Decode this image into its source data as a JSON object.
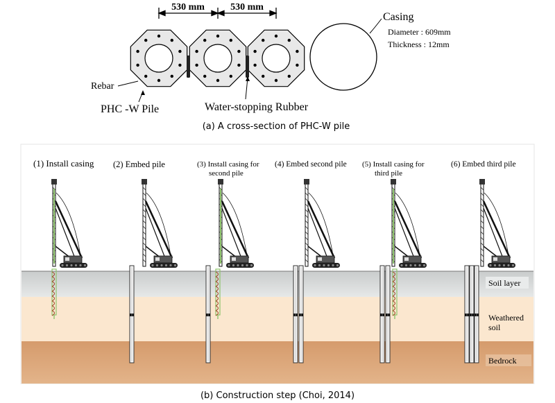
{
  "cross_section": {
    "dim_left": "530 mm",
    "dim_right": "530 mm",
    "casing_label": "Casing",
    "casing_diameter": "Diameter : 609mm",
    "casing_thickness": "Thickness : 12mm",
    "rebar_label": "Rebar",
    "pile_label": "PHC -W Pile",
    "rubber_label": "Water-stopping Rubber",
    "caption": "(a) A cross-section of PHC-W pile"
  },
  "construction": {
    "steps": [
      {
        "label_lines": [
          "(1) Install casing"
        ]
      },
      {
        "label_lines": [
          "(2) Embed pile"
        ]
      },
      {
        "label_lines": [
          "(3) Install casing for",
          "second pile"
        ]
      },
      {
        "label_lines": [
          "(4) Embed second pile"
        ]
      },
      {
        "label_lines": [
          "(5) Install casing for",
          "third pile"
        ]
      },
      {
        "label_lines": [
          "(6) Embed third pile"
        ]
      }
    ],
    "layers": {
      "soil": "Soil layer",
      "weathered_line1": "Weathered",
      "weathered_line2": "soil",
      "bedrock": "Bedrock"
    },
    "caption": "(b) Construction step (Choi, 2014)",
    "colors": {
      "soil": "#d9dcdc",
      "weathered": "#fbe7cf",
      "bedrock": "#dca87c",
      "casing": "#8ec46c"
    }
  }
}
